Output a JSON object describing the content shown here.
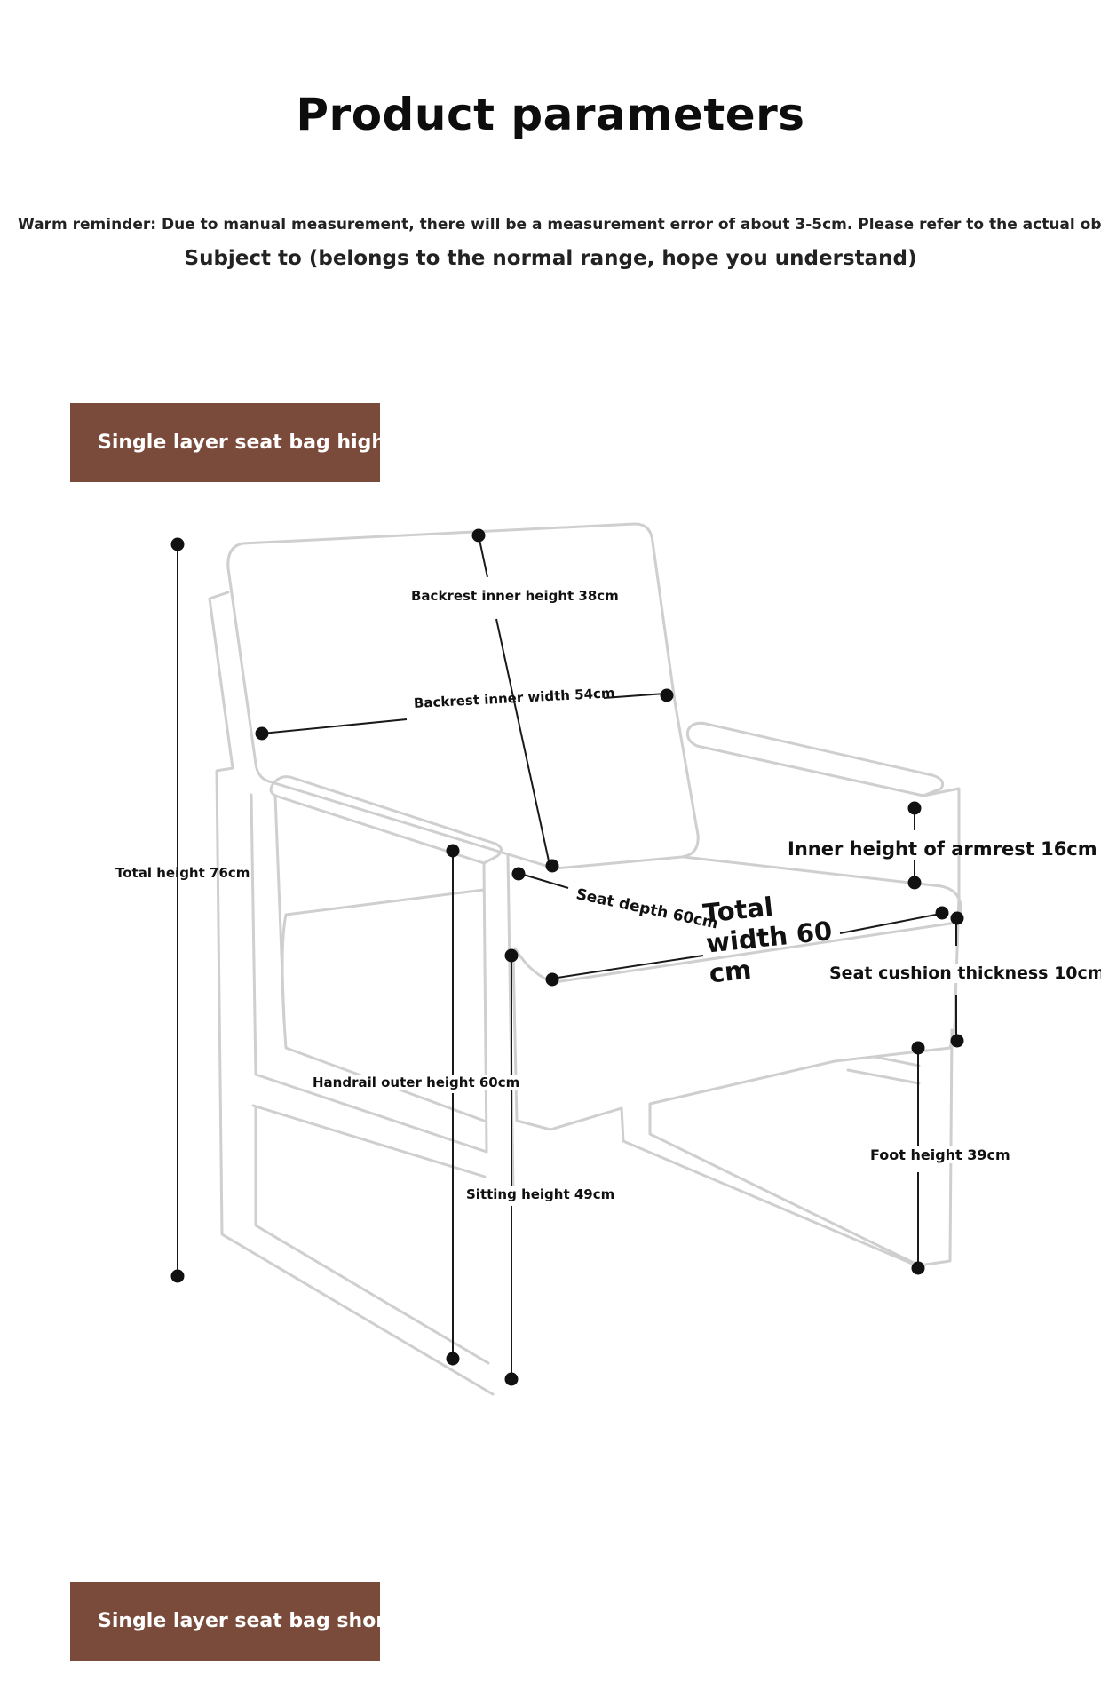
{
  "header": {
    "title": "Product parameters",
    "reminder": "Warm reminder: Due to manual measurement, there will be a measurement error of about 3-5cm. Please refer to the actual object",
    "subject": "Subject to (belongs to the normal range, hope you understand)"
  },
  "sections": {
    "high_label": "Single layer seat bag high",
    "short_label": "Single layer seat bag short"
  },
  "dimensions": {
    "backrest_inner_height": "Backrest inner height 38cm",
    "backrest_inner_width": "Backrest inner width 54cm",
    "total_height": "Total height 76cm",
    "inner_height_armrest": "Inner height of armrest 16cm",
    "seat_depth": "Seat depth 60cm",
    "total_width_line1": "Total",
    "total_width_line2": "width 60",
    "total_width_line3": "cm",
    "seat_cushion_thickness": "Seat cushion thickness 10cm",
    "handrail_outer_height": "Handrail outer height 60cm",
    "foot_height": "Foot height 39cm",
    "sitting_height": "Sitting height 49cm"
  },
  "colors": {
    "tag_background": "#7a4b3a",
    "chair_outline": "#cfcfcf",
    "measure_line": "#1a1a1a"
  }
}
